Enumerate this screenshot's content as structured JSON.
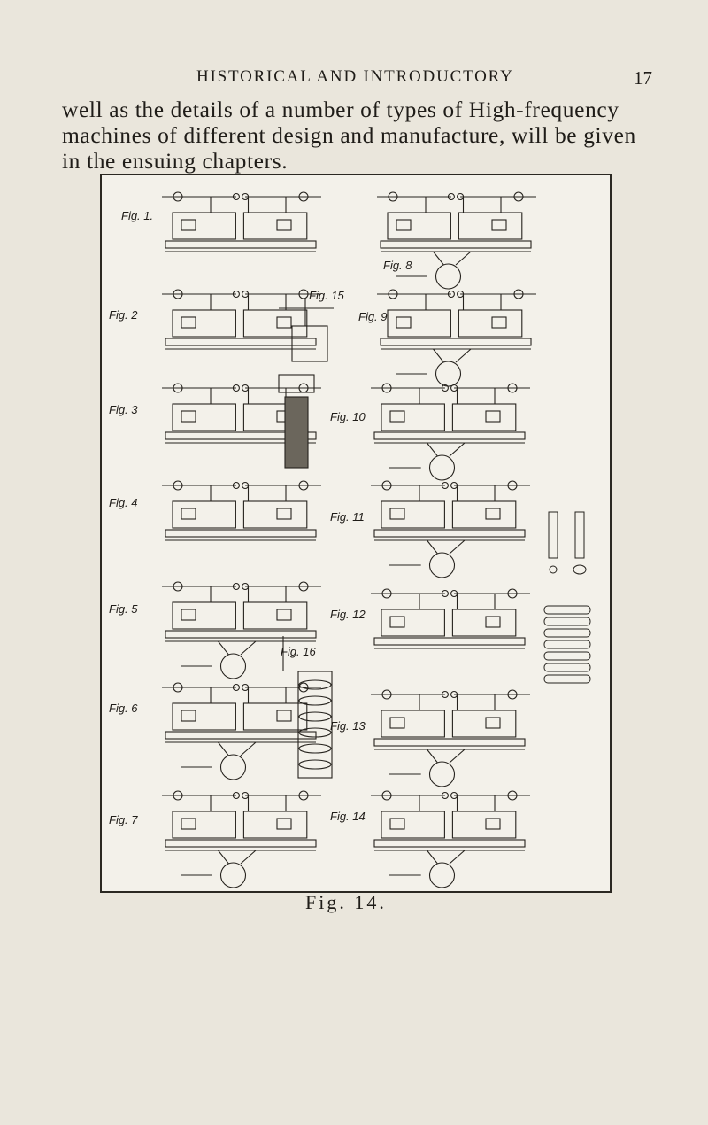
{
  "header": {
    "running_head": "HISTORICAL AND INTRODUCTORY",
    "page_number": "17"
  },
  "body_text": "well as the details of a number of types of High-frequency machines of different design and manufacture, will be given in the ensuing chapters.",
  "figure": {
    "caption": "Fig. 14.",
    "labels": [
      "Fig. 1.",
      "Fig. 2",
      "Fig. 3",
      "Fig. 4",
      "Fig. 5",
      "Fig. 6",
      "Fig. 7",
      "Fig. 8",
      "Fig. 9",
      "Fig. 10",
      "Fig. 11",
      "Fig. 12",
      "Fig. 13",
      "Fig. 14",
      "Fig. 15",
      "Fig. 16"
    ]
  }
}
